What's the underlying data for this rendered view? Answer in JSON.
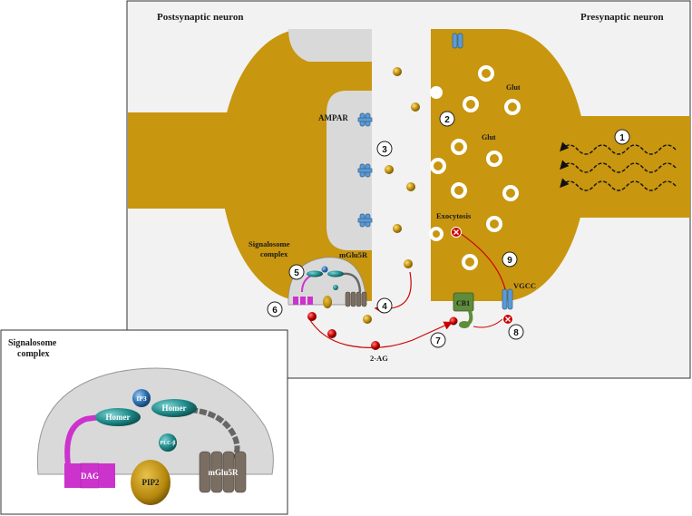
{
  "title_post": "Postsynaptic neuron",
  "title_pre": "Presynaptic neuron",
  "labels": {
    "ampar": "AMPAR",
    "glut1": "Glut",
    "glut2": "Glut",
    "exocytosis": "Exocytosis",
    "signalosome_line1": "Signalosome",
    "signalosome_line2": "complex",
    "mglu5r": "mGlu5R",
    "cb1": "CB1",
    "vgcc": "VGCC",
    "two_ag": "2-AG"
  },
  "steps": [
    "1",
    "2",
    "3",
    "4",
    "5",
    "6",
    "7",
    "8",
    "9"
  ],
  "inset": {
    "title_line1": "Signalosome",
    "title_line2": "complex",
    "homer1": "Homer",
    "homer2": "Homer",
    "ip3": "IP3",
    "plc": "PLC-β",
    "dag": "DAG",
    "pip2": "PIP2",
    "mglu5r": "mGlu5R"
  },
  "colors": {
    "neuron": "#C8960F",
    "neuron_dark": "#8F6A08",
    "cleft_gray": "#D9D9D9",
    "receptor_blue": "#5B9BD5",
    "homer_teal": "#1E8A8A",
    "dag_magenta": "#CC33CC",
    "cb1_green": "#5E8C3A",
    "two_ag_red": "#CC0000",
    "mglu5r_gray": "#7A6E63"
  }
}
